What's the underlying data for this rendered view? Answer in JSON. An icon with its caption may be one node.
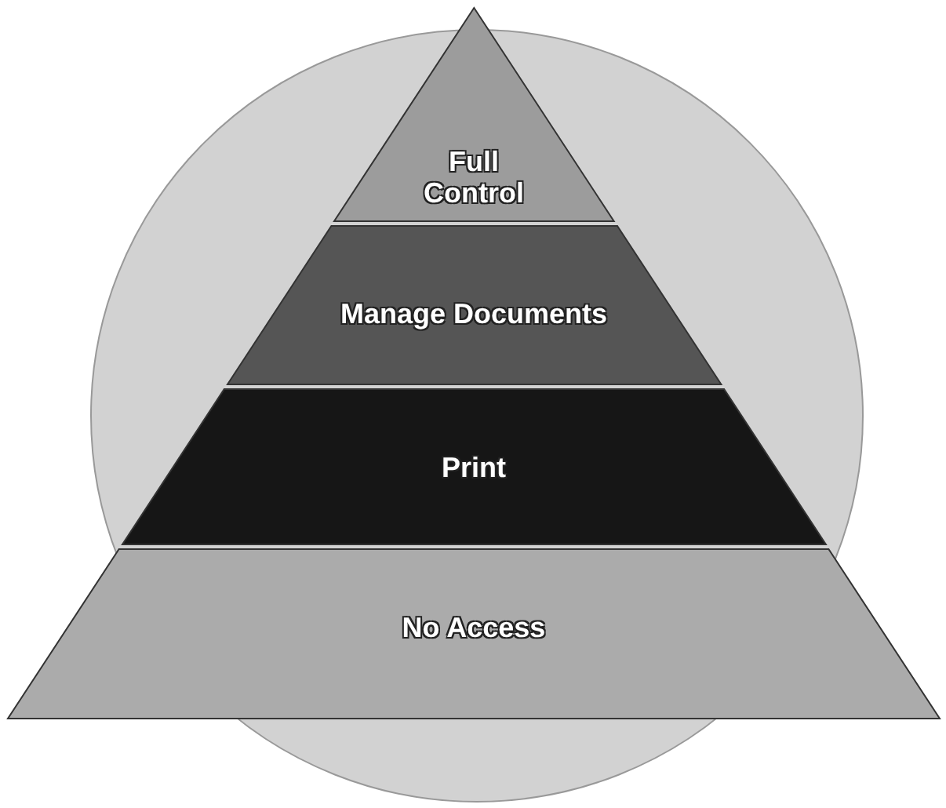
{
  "diagram": {
    "nodes": [
      {
        "text": [
          "Full Control"
        ]
      },
      {
        "text": [
          "Manage Documents"
        ]
      },
      {
        "text": [
          "Print"
        ]
      },
      {
        "text": [
          "No Access"
        ]
      }
    ]
  }
}
